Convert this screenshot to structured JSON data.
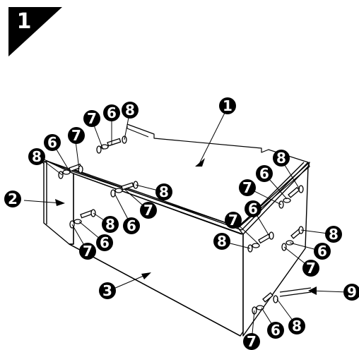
{
  "step": {
    "number": "1"
  },
  "callouts": [
    {
      "label": "1"
    },
    {
      "label": "2"
    },
    {
      "label": "3"
    },
    {
      "label": "9"
    },
    {
      "label": "8"
    },
    {
      "label": "6"
    },
    {
      "label": "7"
    },
    {
      "label": "7"
    },
    {
      "label": "6"
    },
    {
      "label": "8"
    },
    {
      "label": "8"
    },
    {
      "label": "7"
    },
    {
      "label": "6"
    },
    {
      "label": "8"
    },
    {
      "label": "6"
    },
    {
      "label": "7"
    },
    {
      "label": "8"
    },
    {
      "label": "6"
    },
    {
      "label": "7"
    },
    {
      "label": "6"
    },
    {
      "label": "7"
    },
    {
      "label": "8"
    },
    {
      "label": "8"
    },
    {
      "label": "6"
    },
    {
      "label": "7"
    },
    {
      "label": "7"
    },
    {
      "label": "6"
    },
    {
      "label": "8"
    }
  ],
  "colors": {
    "ink": "#000000",
    "paper": "#ffffff"
  }
}
